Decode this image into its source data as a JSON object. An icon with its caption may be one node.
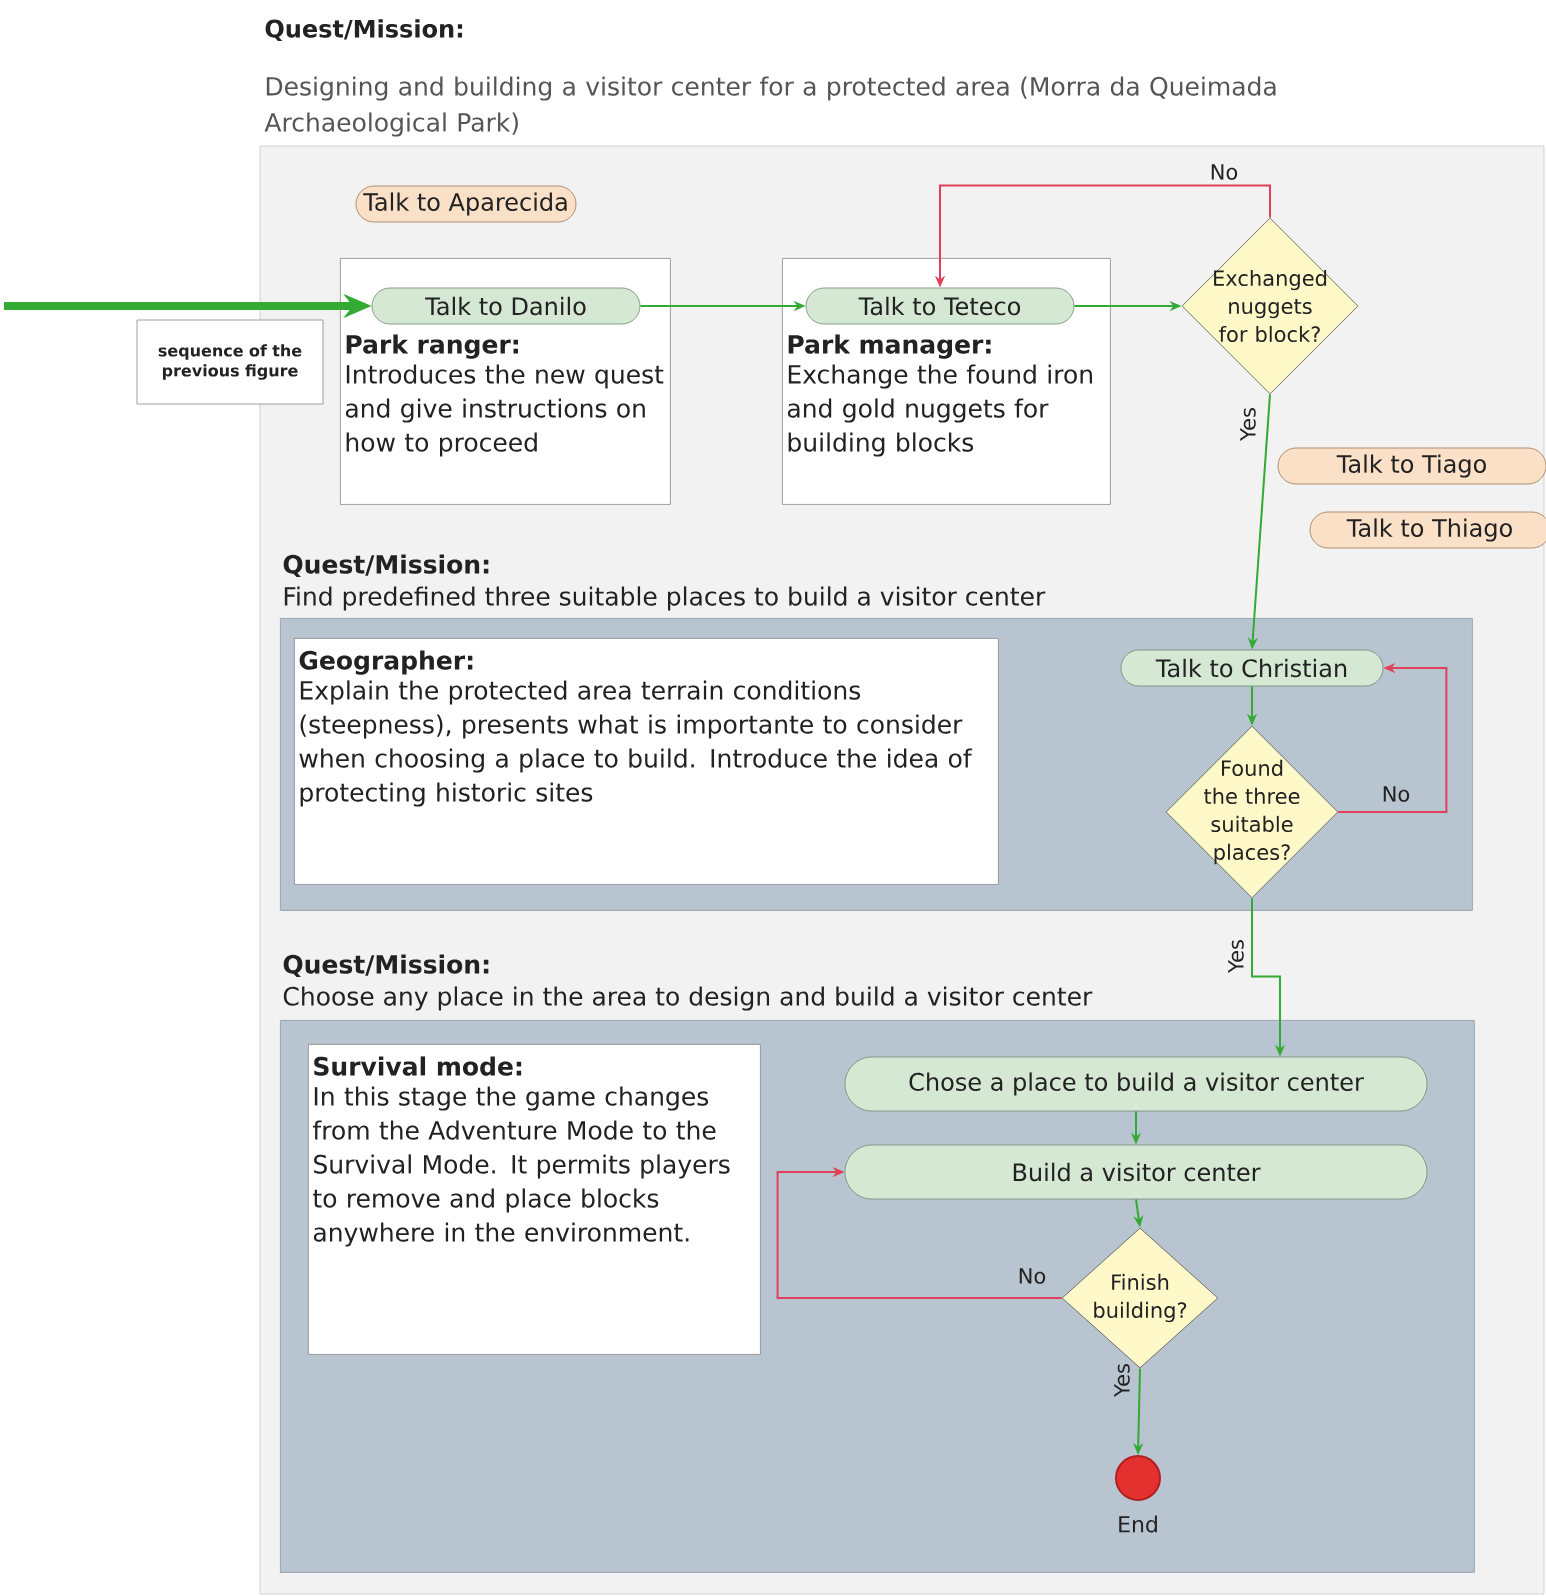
{
  "diagram": {
    "title": "**Quest/Mission**:",
    "nodes": [
      {
        "text": [
          "Talk to Aparecida"
        ]
      },
      {
        "text": [
          "Park ranger:",
          "Introduces the new quest and give instructions on how to proceed"
        ]
      },
      {
        "text": [
          "Talk to Danilo"
        ],
        "in": 1
      },
      {
        "text": [
          "Park manager:",
          "Exchange the found iron and gold nuggets for building blocks"
        ]
      },
      {
        "text": [
          "Talk to Teteco"
        ],
        "in": 3
      },
      {
        "text": [
          "Exchanged nuggets for block?"
        ]
      },
      {
        "text": [
          "Talk to Tiago"
        ]
      },
      {
        "text": [
          "Talk to Thiago"
        ]
      },
      {
        "text": [
          "Quest/Mission:",
          "Find predefined three suitable places to build a visitor center"
        ]
      },
      {
        "text": [
          "Geographer:",
          "Explain the protected area terrain conditions (steepness), presents what is importante to consider when choosing a place to build. Introduce the idea of protecting historic sites"
        ],
        "in": 8
      },
      {
        "text": [
          "Talk to Christian"
        ],
        "in": 8
      },
      {
        "text": [
          "Found the three suitable places?"
        ],
        "in": 8
      },
      {
        "text": [
          "Quest/Mission:",
          "Choose any place in the area to design and build a visitor center"
        ]
      },
      {
        "text": [
          "Survival mode:",
          "In this stage the game changes from the Adventure Mode to the Survival Mode. It permits players to remove and place blocks anywhere in the environment."
        ],
        "in": 12
      },
      {
        "text": [
          "Chose a place to build a visitor center"
        ],
        "in": 12
      },
      {
        "text": [
          "Build a visitor center"
        ],
        "in": 12
      },
      {
        "text": [
          "Finish building?"
        ],
        "in": 12
      },
      {
        "text": [],
        "shape": "circle",
        "beside": [
          "End"
        ],
        "in": 12
      },
      {
        "text": [
          "sequence of the previous figure"
        ]
      }
    ],
    "edges": [
      {
        "from": null,
        "to": 2,
        "arrow": "to",
        "style": "thick"
      },
      {
        "from": 2,
        "to": 4,
        "arrow": "to"
      },
      {
        "from": 4,
        "to": 5,
        "arrow": "to"
      },
      {
        "from": 5,
        "to": 4,
        "arrow": "to",
        "label": "No",
        "color": "#e0405a"
      },
      {
        "from": 5,
        "to": 10,
        "arrow": "to",
        "label": "Yes"
      },
      {
        "from": 10,
        "to": 11,
        "arrow": "to"
      },
      {
        "from": 11,
        "to": 10,
        "arrow": "to",
        "label": "No",
        "color": "#e0405a"
      },
      {
        "from": 11,
        "to": 14,
        "arrow": "to",
        "label": "Yes"
      },
      {
        "from": 14,
        "to": 15,
        "arrow": "to"
      },
      {
        "from": 15,
        "to": 16,
        "arrow": "to"
      },
      {
        "from": 16,
        "to": 15,
        "arrow": "to",
        "label": "No",
        "color": "#e0405a"
      },
      {
        "from": 16,
        "to": 17,
        "arrow": "to",
        "label": "Yes"
      }
    ],
    "labels": [
      "Designing and building a visitor center for a protected area (Morra da Queimada Archaeological Park)"
    ]
  }
}
